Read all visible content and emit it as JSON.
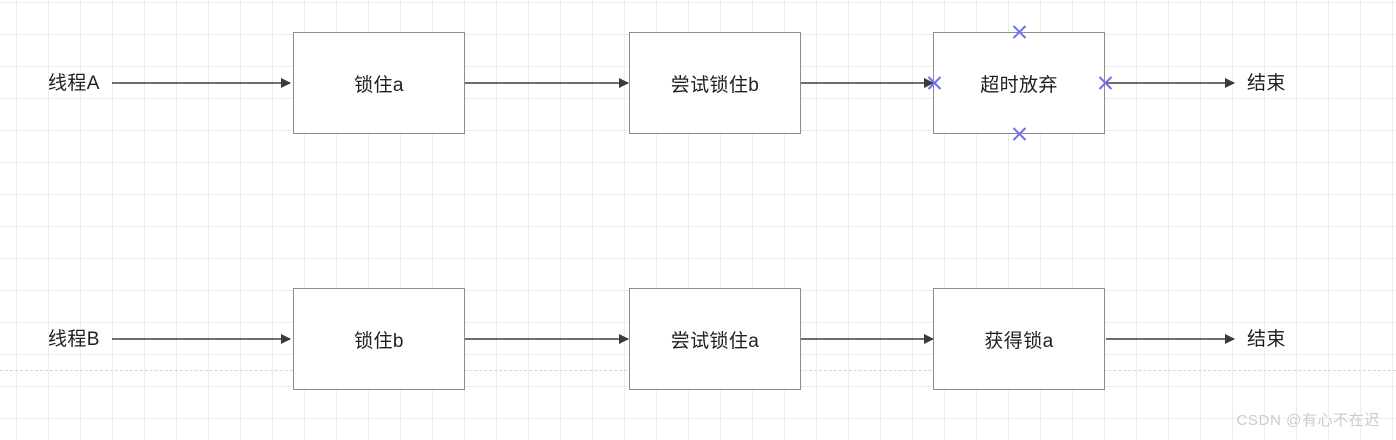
{
  "diagram": {
    "title": "deadlock-timeout-flow",
    "background_color": "#ffffff",
    "grid_color": "#eceded",
    "box_border_color": "#8c8c8c",
    "connector_color": "#6e6e6e",
    "marker_color": "#6f6ff0",
    "guide_line_color": "#d4d6d8"
  },
  "lanes": [
    {
      "id": "thread-a",
      "start_label": "线程A",
      "end_label": "结束",
      "nodes": [
        {
          "id": "a1",
          "label": "锁住a"
        },
        {
          "id": "a2",
          "label": "尝试锁住b"
        },
        {
          "id": "a3",
          "label": "超时放弃"
        }
      ]
    },
    {
      "id": "thread-b",
      "start_label": "线程B",
      "end_label": "结束",
      "nodes": [
        {
          "id": "b1",
          "label": "锁住b"
        },
        {
          "id": "b2",
          "label": "尝试锁住a"
        },
        {
          "id": "b3",
          "label": "获得锁a"
        }
      ]
    }
  ],
  "watermark": {
    "text": "CSDN @有心不在迟"
  }
}
